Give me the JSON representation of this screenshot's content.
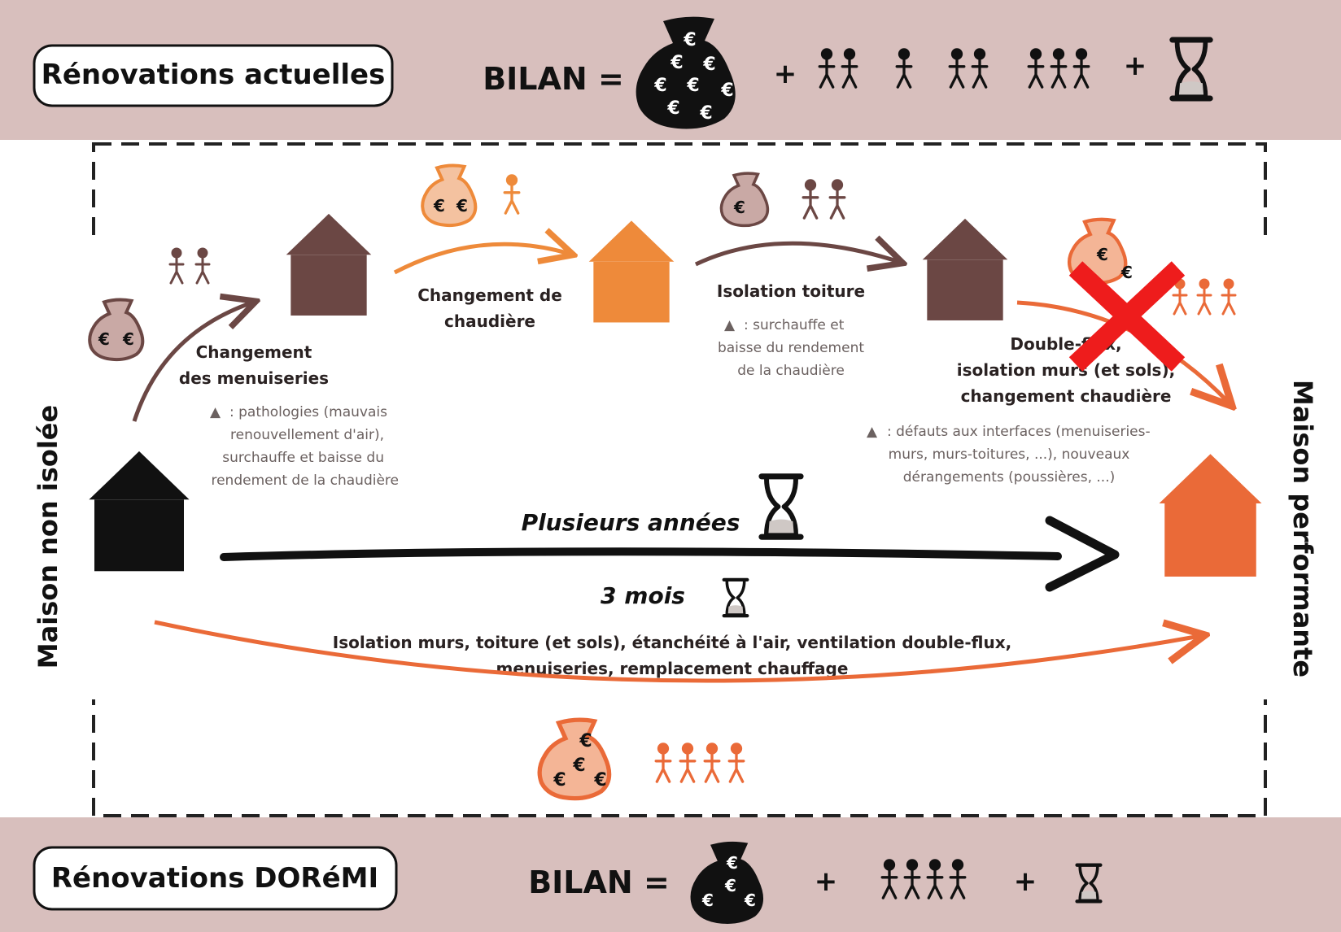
{
  "colors": {
    "band": "#d8bfbd",
    "black": "#111111",
    "brown": "#6b4744",
    "brownLight": "#c9a9a5",
    "orange": "#ee8a3a",
    "orangeDeep": "#ea6a38",
    "orangeLight": "#f4b596",
    "cross": "#ee1c1c",
    "note": "#6b6160"
  },
  "top": {
    "title": "Rénovations actuelles",
    "bilan": "BILAN =",
    "plus": "+"
  },
  "bottom": {
    "title": "Rénovations DORéMI",
    "bilan": "BILAN =",
    "plus": "+"
  },
  "side": {
    "left": "Maison non isolée",
    "right": "Maison performante"
  },
  "euro": "€",
  "warning": "▲",
  "steps": {
    "s1": {
      "label": [
        "Changement",
        "des menuiseries"
      ],
      "note": [
        ": pathologies (mauvais",
        "renouvellement d'air),",
        "surchauffe et baisse du",
        "rendement de la chaudière"
      ]
    },
    "s2": {
      "label": [
        "Changement de",
        "chaudière"
      ]
    },
    "s3": {
      "label": [
        "Isolation toiture"
      ],
      "note": [
        ": surchauffe et",
        "baisse du rendement",
        "de la chaudière"
      ]
    },
    "s4": {
      "label": [
        "Double-flux,",
        "isolation murs (et sols),",
        "changement chaudière"
      ],
      "note": [
        ": défauts aux interfaces (menuiseries-",
        "murs, murs-toitures, ...), nouveaux",
        "dérangements (poussières, ...)"
      ]
    }
  },
  "middle": {
    "years": "Plusieurs années",
    "months": "3 mois",
    "desc": [
      "Isolation murs, toiture (et sols), étanchéité à l'air, ventilation double-flux,",
      "menuiseries, remplacement chauffage"
    ]
  }
}
